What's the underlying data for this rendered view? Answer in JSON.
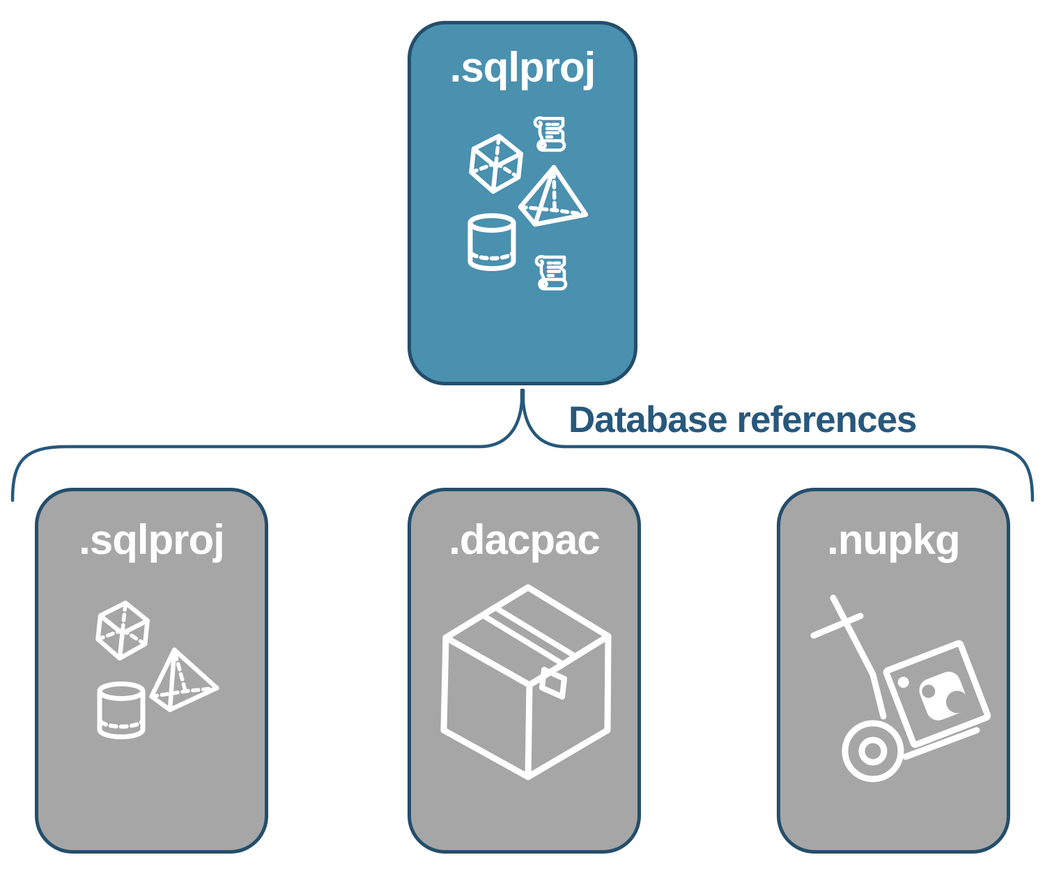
{
  "diagram": {
    "root": {
      "label": ".sqlproj",
      "icons": [
        "cube-icon",
        "scroll-icon",
        "pyramid-icon",
        "cylinder-icon",
        "scroll-icon"
      ]
    },
    "connector_label": "Database references",
    "children": [
      {
        "label": ".sqlproj",
        "icons": [
          "cube-icon",
          "pyramid-icon",
          "cylinder-icon"
        ]
      },
      {
        "label": ".dacpac",
        "icons": [
          "package-box-icon"
        ]
      },
      {
        "label": ".nupkg",
        "icons": [
          "hand-truck-icon",
          "nuget-package-icon"
        ]
      }
    ],
    "colors": {
      "root_fill": "#4A90AF",
      "child_fill": "#A6A6A6",
      "outline": "#234E6B",
      "connector": "#27587B",
      "icon_stroke": "#FFFFFF",
      "background": "#FFFFFF"
    }
  }
}
